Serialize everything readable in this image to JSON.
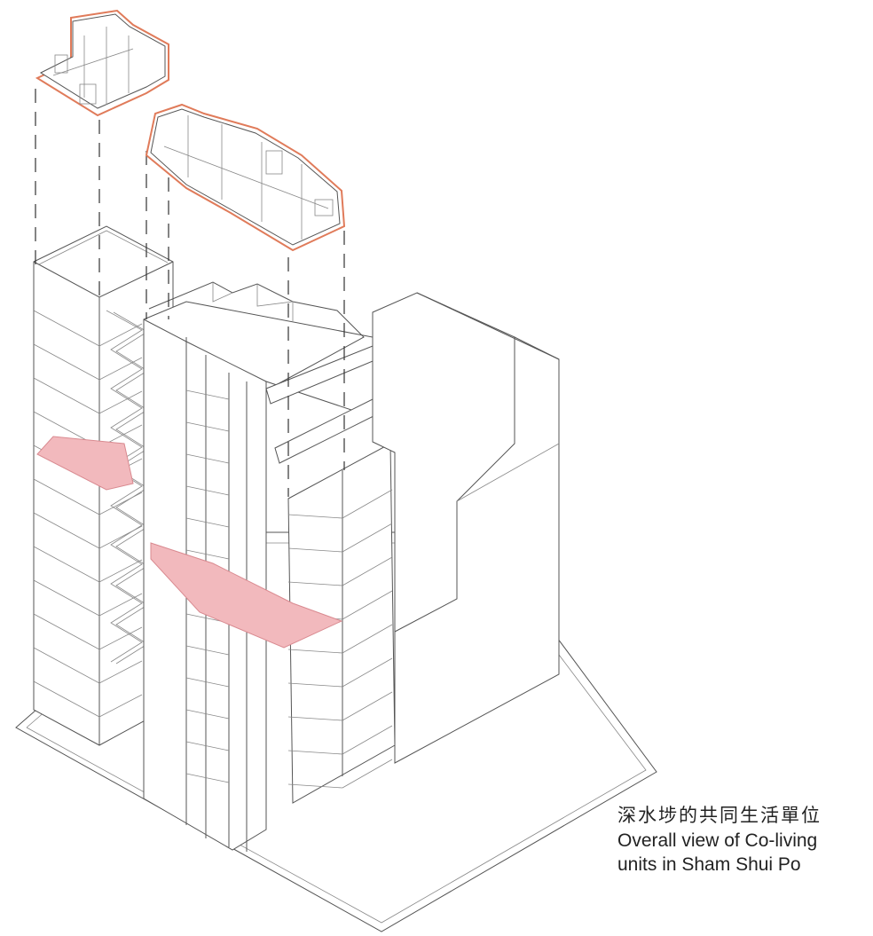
{
  "caption": {
    "chinese": "深水埗的共同生活單位",
    "english_line1": "Overall view of Co-living",
    "english_line2": "units in Sham Shui Po"
  },
  "colors": {
    "linework": "#555555",
    "highlight_floor": "#f2b9bd",
    "unit_outline": "#e07b5a"
  }
}
